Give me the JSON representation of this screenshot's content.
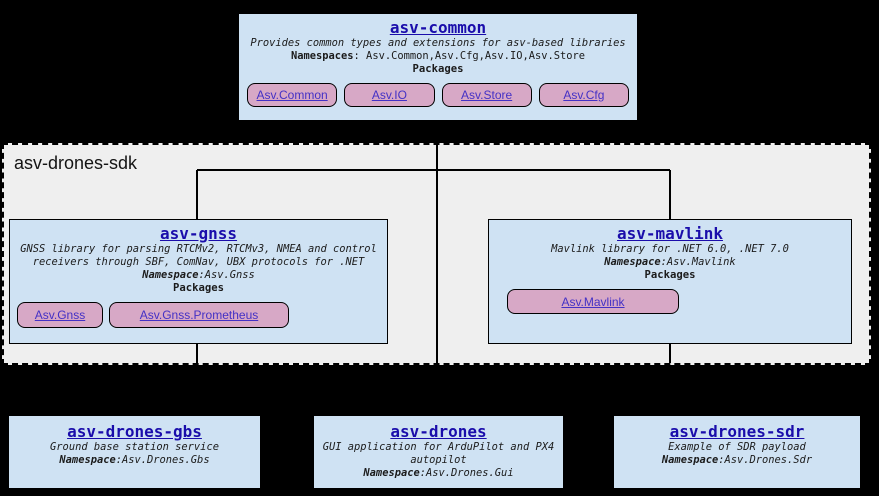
{
  "palette": {
    "page_background": "#000000",
    "node_fill": "#cfe2f3",
    "node_border": "#000000",
    "button_fill": "#d7a8c6",
    "title_link_color": "#1a0dab",
    "button_link_color": "#4431c5",
    "group_fill": "#efefef",
    "connector_color": "#000000"
  },
  "common": {
    "title": "asv-common",
    "description": "Provides common types and extensions for asv-based libraries",
    "namespaces_label": "Namespaces",
    "namespaces_value": ": Asv.Common,Asv.Cfg,Asv.IO,Asv.Store",
    "packages_label": "Packages",
    "packages": [
      "Asv.Common",
      "Asv.IO",
      "Asv.Store",
      "Asv.Cfg"
    ]
  },
  "sdk_group": {
    "label": "asv-drones-sdk"
  },
  "gnss": {
    "title": "asv-gnss",
    "description": "GNSS library for parsing RTCMv2, RTCMv3, NMEA and control receivers through SBF, ComNav, UBX protocols for .NET",
    "namespace_label": "Namespace",
    "namespace_value": ":Asv.Gnss",
    "packages_label": "Packages",
    "packages": [
      "Asv.Gnss",
      "Asv.Gnss.Prometheus"
    ]
  },
  "mavlink": {
    "title": "asv-mavlink",
    "description": "Mavlink library for .NET 6.0, .NET 7.0",
    "namespace_label": "Namespace",
    "namespace_value": ":Asv.Mavlink",
    "packages_label": "Packages",
    "packages": [
      "Asv.Mavlink"
    ]
  },
  "bottom": [
    {
      "title": "asv-drones-gbs",
      "description": "Ground base station service",
      "namespace_label": "Namespace",
      "namespace_value": ":Asv.Drones.Gbs"
    },
    {
      "title": "asv-drones",
      "description": "GUI application for ArduPilot and PX4 autopilot",
      "namespace_label": "Namespace",
      "namespace_value": ":Asv.Drones.Gui"
    },
    {
      "title": "asv-drones-sdr",
      "description": "Example of SDR payload",
      "namespace_label": "Namespace",
      "namespace_value": ":Asv.Drones.Sdr"
    }
  ]
}
